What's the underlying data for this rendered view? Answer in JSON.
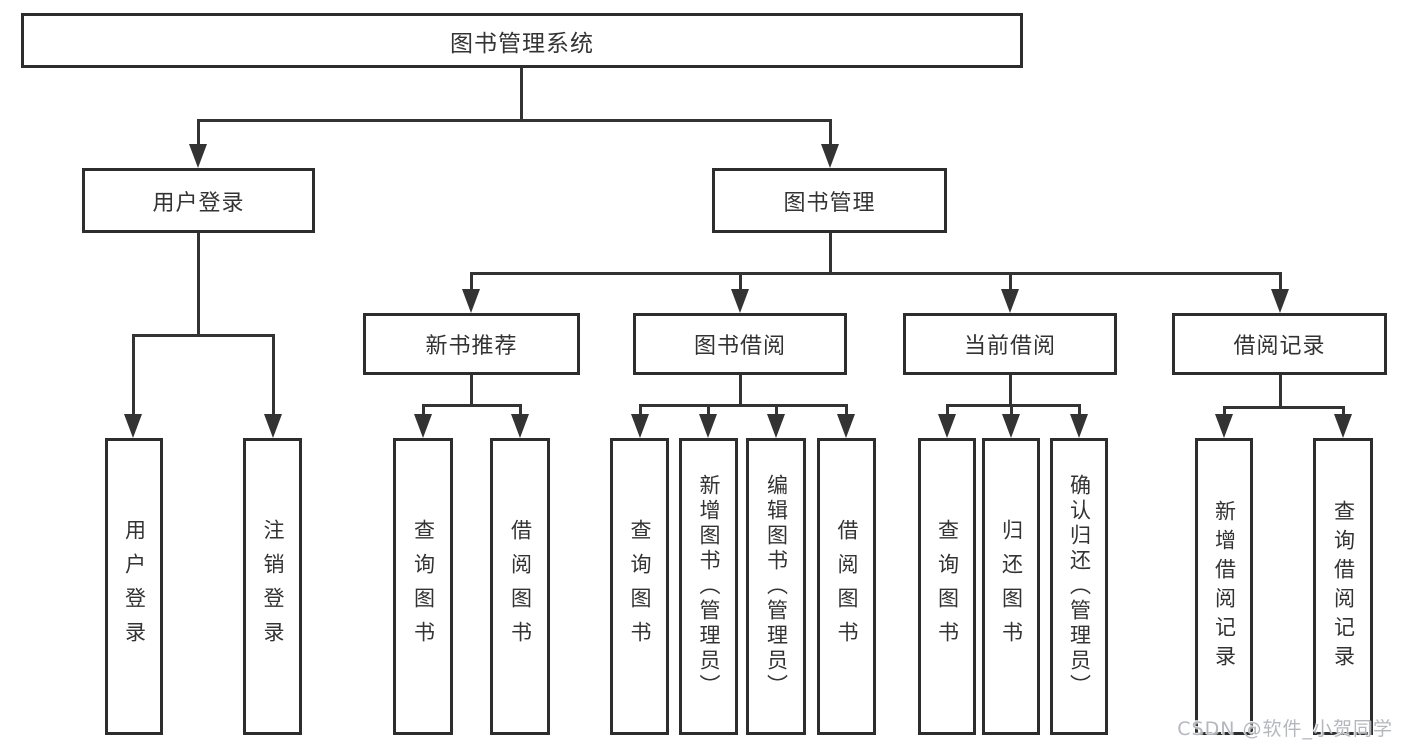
{
  "diagram_title": "图书管理系统",
  "tree": {
    "root": {
      "label": "图书管理系统"
    },
    "branches": [
      {
        "label": "用户登录",
        "leaves": [
          "用户登录",
          "注销登录"
        ]
      },
      {
        "label": "图书管理",
        "groups": [
          {
            "label": "新书推荐",
            "leaves": [
              "查询图书",
              "借阅图书"
            ]
          },
          {
            "label": "图书借阅",
            "leaves": [
              "查询图书",
              "新增图书（管理员）",
              "编辑图书（管理员）",
              "借阅图书"
            ]
          },
          {
            "label": "当前借阅",
            "leaves": [
              "查询图书",
              "归还图书",
              "确认归还（管理员）"
            ]
          },
          {
            "label": "借阅记录",
            "leaves": [
              "新增借阅记录",
              "查询借阅记录"
            ]
          }
        ]
      }
    ]
  },
  "watermark": {
    "text": "CSDN @软件_小贺同学"
  },
  "colors": {
    "line": "#333333",
    "border": "#2d2d2d",
    "text": "#333333",
    "watermark": "#b4b8be",
    "background": "#ffffff"
  }
}
